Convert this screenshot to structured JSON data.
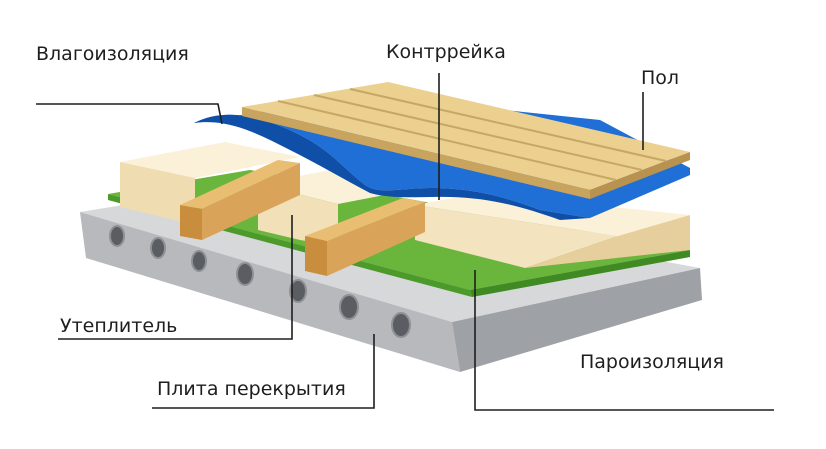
{
  "labels": {
    "waterproofing": "Влагоизоляция",
    "counter_batten": "Контррейка",
    "floor": "Пол",
    "insulation": "Утеплитель",
    "vapor_barrier": "Пароизоляция",
    "floor_slab": "Плита перекрытия"
  },
  "colors": {
    "slab": "#c9cbcd",
    "vapor_barrier": "#5eae36",
    "insulation": "#f5e6c4",
    "joist": "#d9a45a",
    "membrane": "#1f64c8",
    "floor_boards": "#e8c784",
    "leader": "#1e1e1e"
  }
}
